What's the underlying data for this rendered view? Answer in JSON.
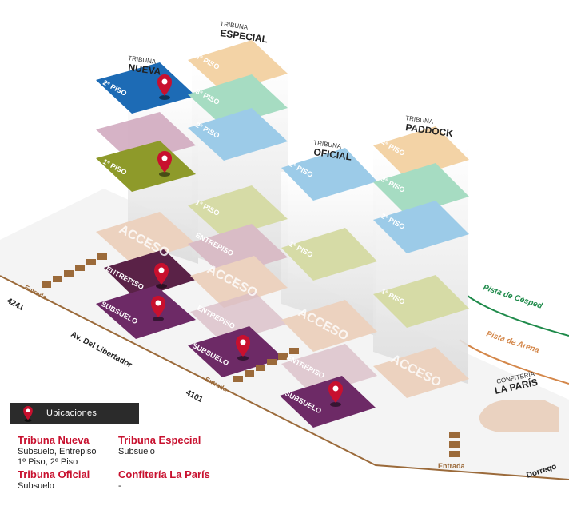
{
  "colors": {
    "nuevo_2": "#1d6bb5",
    "pink": "#cfa6bc",
    "olive": "#8e9a2a",
    "orange_light": "#f3d3a6",
    "green_light": "#a6dcc2",
    "blue_light": "#9ccbe8",
    "olive_light": "#d6dba6",
    "mauve_light": "#d9bcc6",
    "beige": "#ecd2bf",
    "dark_plum": "#5a2247",
    "dark_purple": "#6d2a66",
    "pin_red": "#c8102e",
    "pista_cesped": "#1e8a4a",
    "pista_arena": "#d4874a",
    "brown": "#9b6a3a",
    "gray_shaft": "#e6e6e6"
  },
  "tribunas": {
    "nueva": {
      "small": "TRIBUNA",
      "big": "NUEVA"
    },
    "especial": {
      "small": "TRIBUNA",
      "big": "ESPECIAL"
    },
    "oficial": {
      "small": "TRIBUNA",
      "big": "OFICIAL"
    },
    "paddock": {
      "small": "TRIBUNA",
      "big": "PADDOCK"
    }
  },
  "floors": {
    "piso4": "4º PISO",
    "piso3": "3º PISO",
    "piso2": "2º PISO",
    "piso1": "1º PISO",
    "acceso": "ACCESO",
    "entrepiso": "ENTREPISO",
    "subsuelo": "SUBSUELO"
  },
  "streets": {
    "libertador": "Av. Del Libertador",
    "dorrego": "Dorrego",
    "num_4241": "4241",
    "num_4101": "4101",
    "entrada": "Entrada"
  },
  "tracks": {
    "cesped": "Pista de Césped",
    "arena": "Pista de Arena"
  },
  "confiteria": {
    "small": "CONFITERÍA",
    "big": "LA PARÍS"
  },
  "legend": {
    "title": "Ubicaciones",
    "items": [
      {
        "name": "Tribuna Nueva",
        "detail": "Subsuelo, Entrepiso",
        "detail2": "1º Piso, 2º Piso"
      },
      {
        "name": "Tribuna Especial",
        "detail": "Subsuelo",
        "detail2": ""
      },
      {
        "name": "Tribuna Oficial",
        "detail": "Subsuelo",
        "detail2": ""
      },
      {
        "name": "Confitería La París",
        "detail": "-",
        "detail2": ""
      }
    ]
  }
}
